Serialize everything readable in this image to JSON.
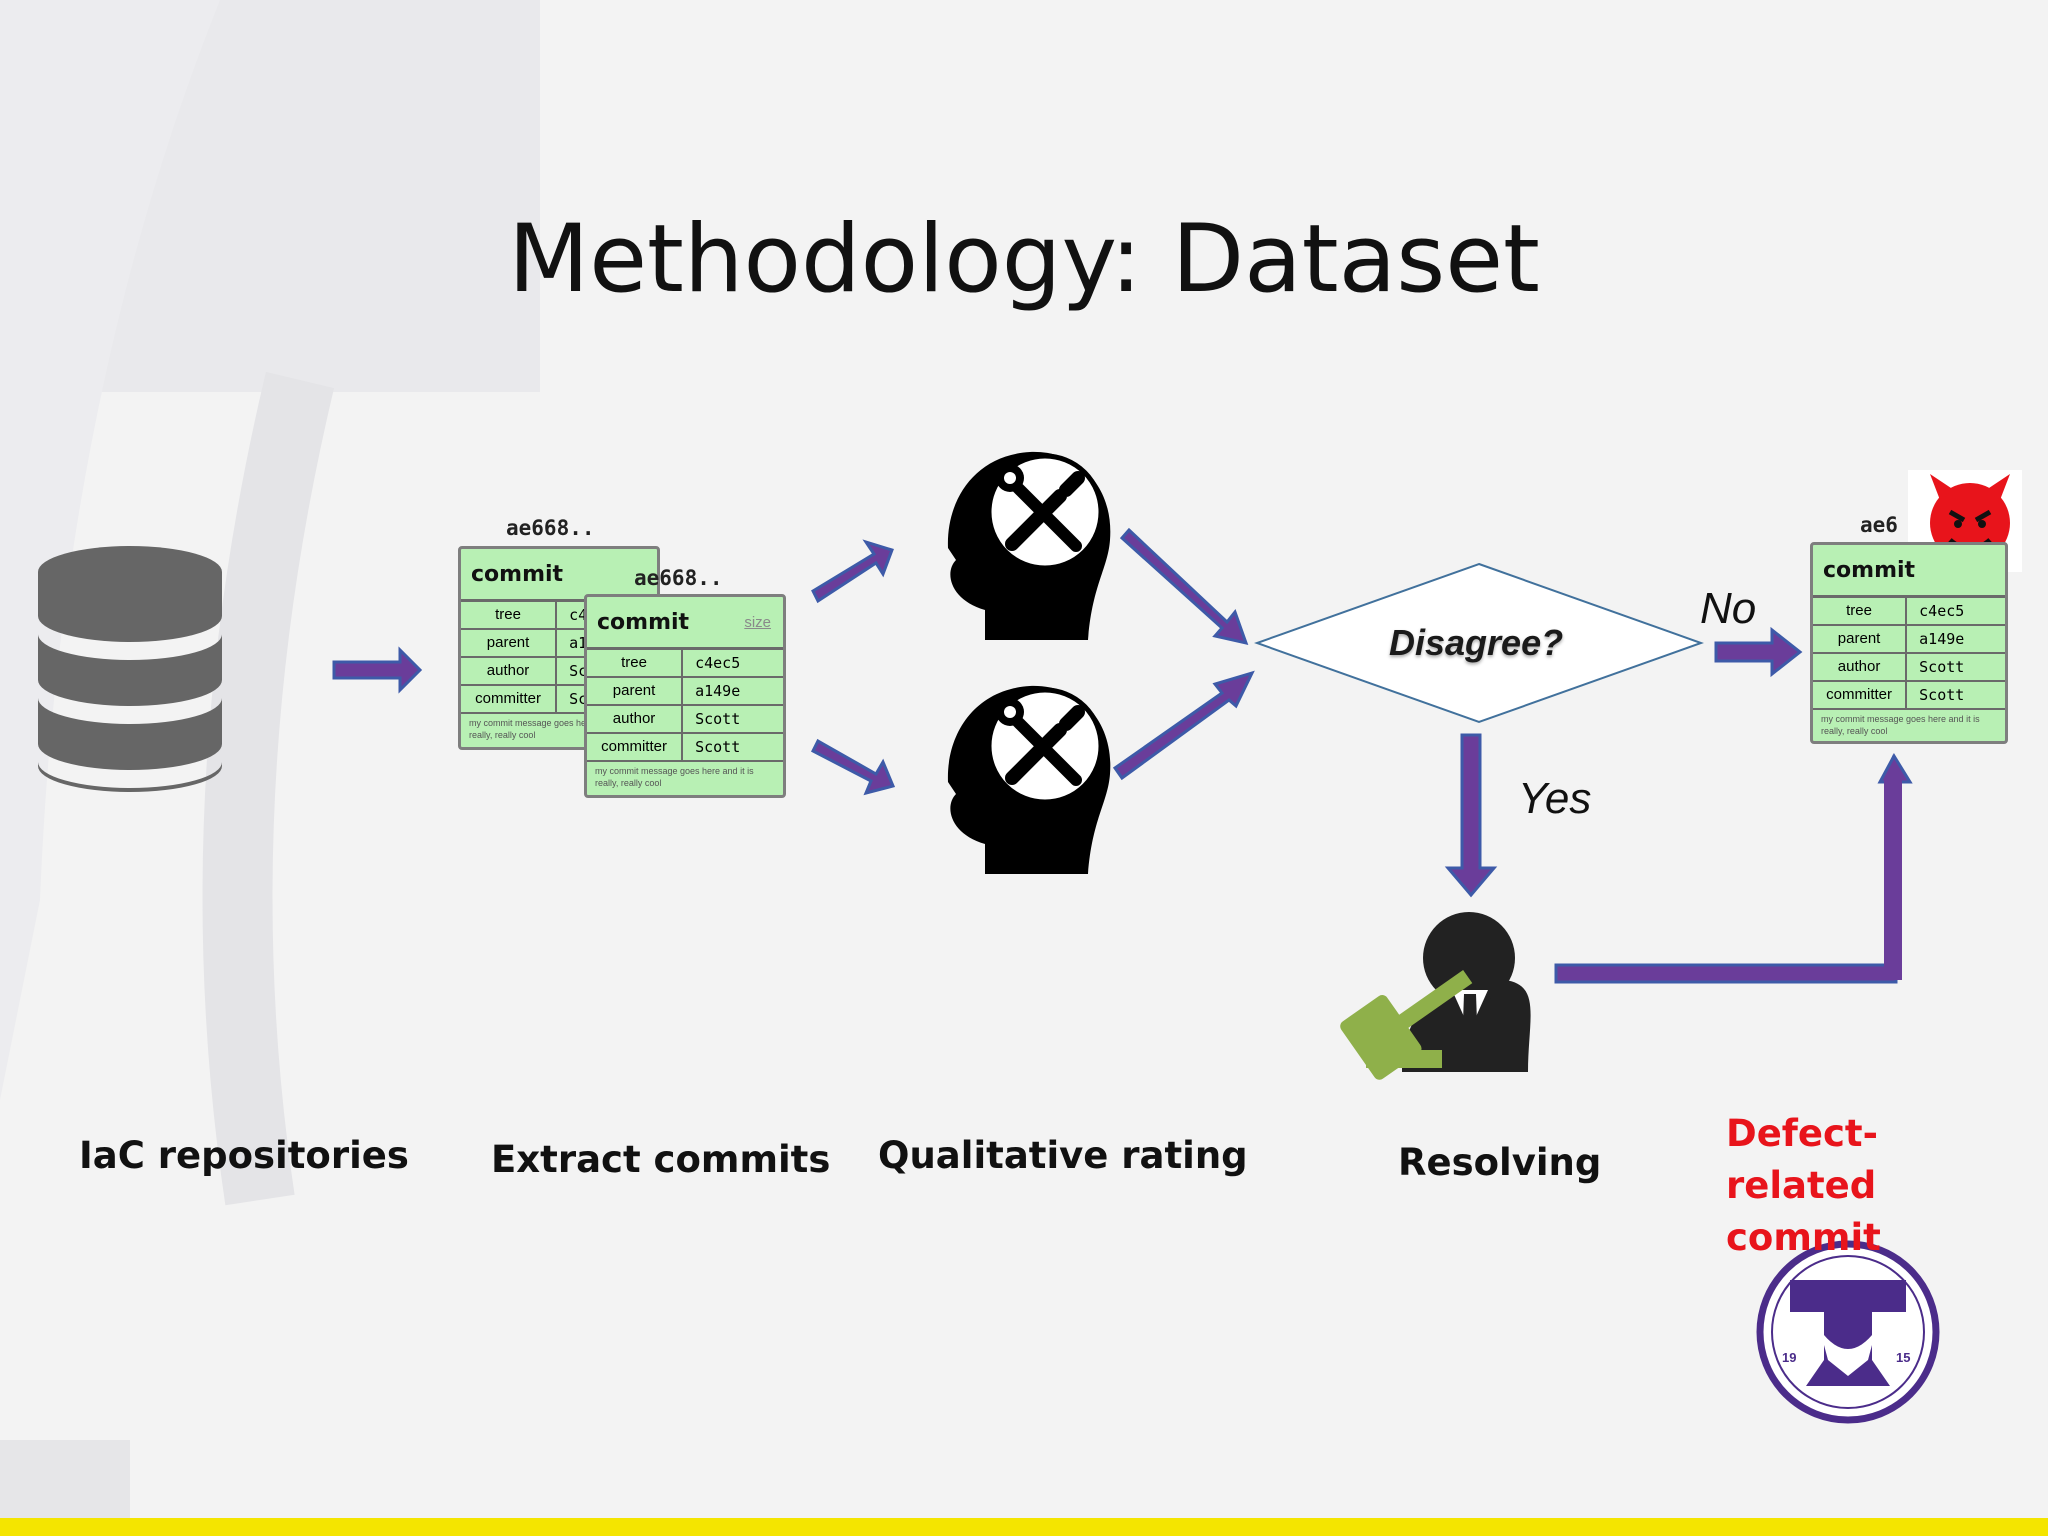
{
  "title": "Methodology: Dataset",
  "commit_card": {
    "hash": "ae668..",
    "header": "commit",
    "size_label": "size",
    "rows": [
      {
        "key": "tree",
        "value": "c4ec5"
      },
      {
        "key": "parent",
        "value": "a149e"
      },
      {
        "key": "author",
        "value": "Scott"
      },
      {
        "key": "committer",
        "value": "Scott"
      }
    ],
    "message": "my commit message goes here and it is really, really cool"
  },
  "defect_card": {
    "hash": "ae6",
    "header": "commit"
  },
  "diamond": {
    "label": "Disagree?"
  },
  "branches": {
    "no": "No",
    "yes": "Yes"
  },
  "stages": {
    "repositories": "IaC repositories",
    "extract": "Extract commits",
    "rating": "Qualitative rating",
    "resolving": "Resolving",
    "defect": "Defect-related commit"
  },
  "logo": {
    "left_year": "19",
    "right_year": "15"
  },
  "colors": {
    "arrow_fill": "#6a3d9a",
    "arrow_edge": "#3d5aa8",
    "commit_green": "#b8f0b4",
    "defect_red": "#e8141b",
    "footer_yellow": "#f4e500",
    "icon_gray": "#666666"
  },
  "icons": [
    "database-icon",
    "rater-head-icon",
    "judge-icon",
    "devil-emoji-icon",
    "university-logo"
  ]
}
